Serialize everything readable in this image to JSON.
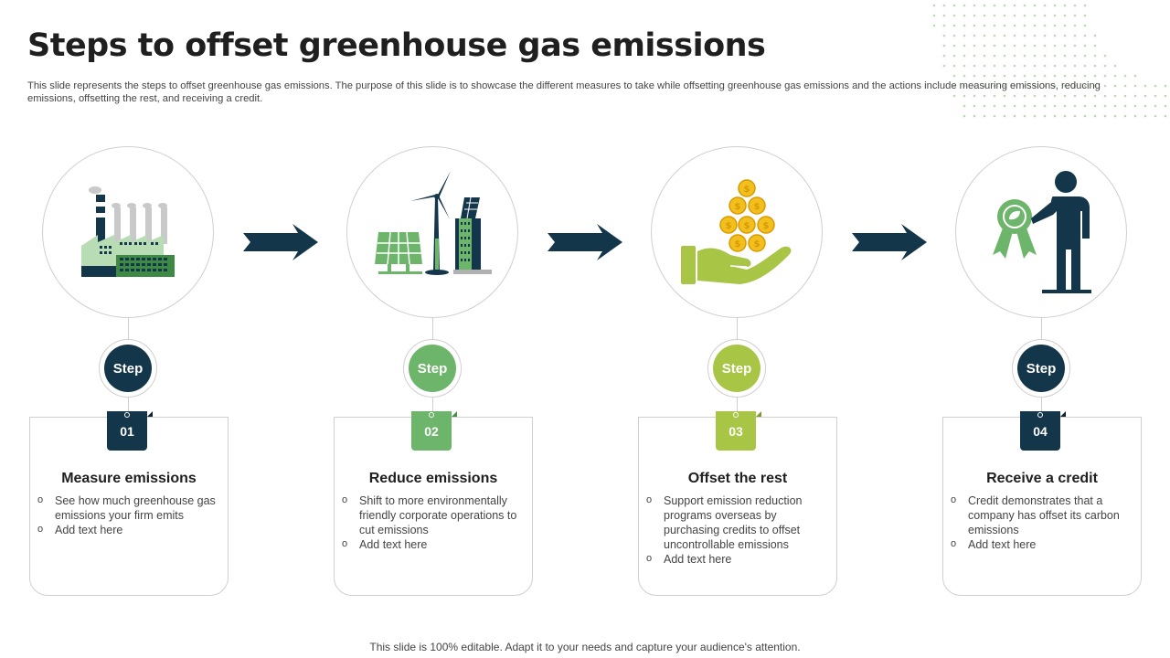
{
  "title": "Steps to offset greenhouse gas emissions",
  "subtitle": "This slide represents the steps to offset greenhouse gas emissions. The purpose of this slide is to showcase the different measures to take while offsetting greenhouse gas emissions and the actions include measuring emissions, reducing emissions, offsetting the rest, and receiving a credit.",
  "colors": {
    "dark": "#14364a",
    "green": "#6db56a",
    "lime": "#a8c545",
    "icon_light": "#b8dcb3"
  },
  "steps": [
    {
      "badge": "Step",
      "number": "01",
      "heading": "Measure emissions",
      "icon": "factory-icon",
      "bullets": [
        "See how much greenhouse gas emissions your firm emits",
        "Add text here"
      ]
    },
    {
      "badge": "Step",
      "number": "02",
      "heading": "Reduce emissions",
      "icon": "renewable-energy-icon",
      "bullets": [
        "Shift to more environmentally friendly corporate operations to cut emissions",
        "Add text here"
      ]
    },
    {
      "badge": "Step",
      "number": "03",
      "heading": "Offset  the rest",
      "icon": "coins-hand-icon",
      "bullets": [
        "Support emission reduction programs overseas by purchasing credits to offset uncontrollable emissions",
        "Add text here"
      ]
    },
    {
      "badge": "Step",
      "number": "04",
      "heading": "Receive a credit",
      "icon": "person-award-icon",
      "bullets": [
        "Credit demonstrates that a company has offset its carbon emissions",
        "Add text here"
      ]
    }
  ],
  "footer": "This slide is 100% editable. Adapt it to your needs and capture your audience's attention."
}
